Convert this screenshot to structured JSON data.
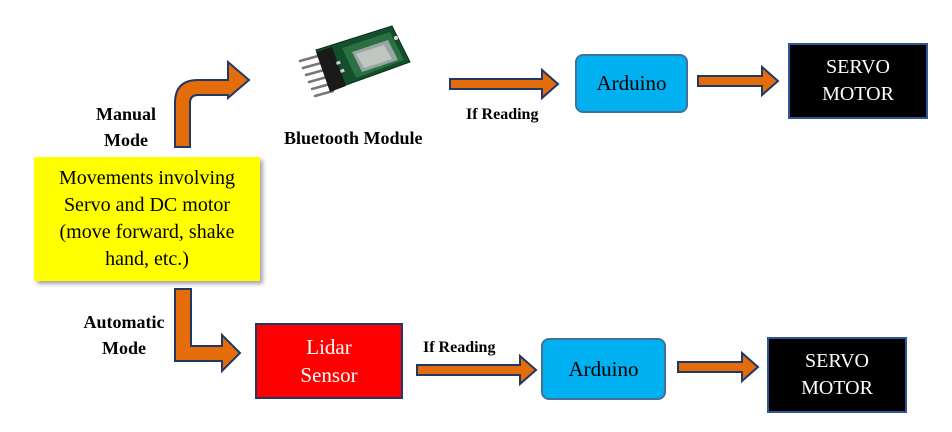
{
  "manual_mode": {
    "label_line1": "Manual",
    "label_line2": "Mode"
  },
  "automatic_mode": {
    "label_line1": "Automatic",
    "label_line2": "Mode"
  },
  "center_box": {
    "line1": "Movements involving",
    "line2": "Servo and DC motor",
    "line3": "(move forward, shake",
    "line4": "hand, etc.)"
  },
  "bluetooth": {
    "label": "Bluetooth Module"
  },
  "top_flow": {
    "condition": "If Reading",
    "controller": "Arduino",
    "output_line1": "SERVO",
    "output_line2": "MOTOR"
  },
  "lidar": {
    "line1": "Lidar",
    "line2": "Sensor"
  },
  "bottom_flow": {
    "condition": "If Reading",
    "controller": "Arduino",
    "output_line1": "SERVO",
    "output_line2": "MOTOR"
  },
  "colors": {
    "arrow_fill": "#e46c0a",
    "arrow_stroke": "#203864",
    "center_box": "#ffff00",
    "arduino": "#00b0f0",
    "lidar": "#ff0000",
    "servo": "#000000"
  }
}
